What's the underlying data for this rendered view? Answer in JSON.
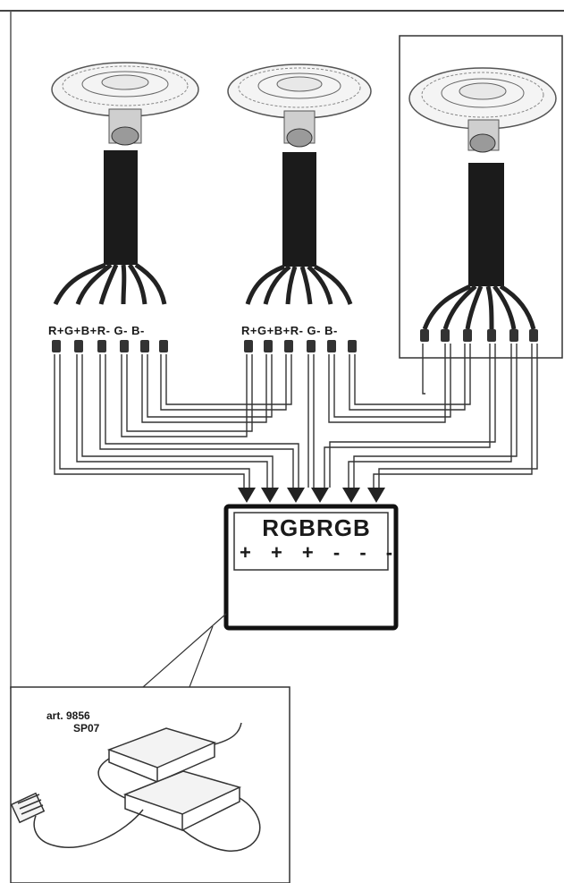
{
  "fixtures": [
    {
      "name": "fixture-1",
      "pin_labels": [
        "R+",
        "G+",
        "B+",
        "R-",
        "G-",
        "B-"
      ]
    },
    {
      "name": "fixture-2",
      "pin_labels": [
        "R+",
        "G+",
        "B+",
        "R-",
        "G-",
        "B-"
      ]
    },
    {
      "name": "fixture-3",
      "pin_labels": []
    }
  ],
  "controller": {
    "channels": "RGBRGB",
    "polarity": "+ + + - - -"
  },
  "product": {
    "art_label": "art. 9856",
    "code": "SP07"
  }
}
